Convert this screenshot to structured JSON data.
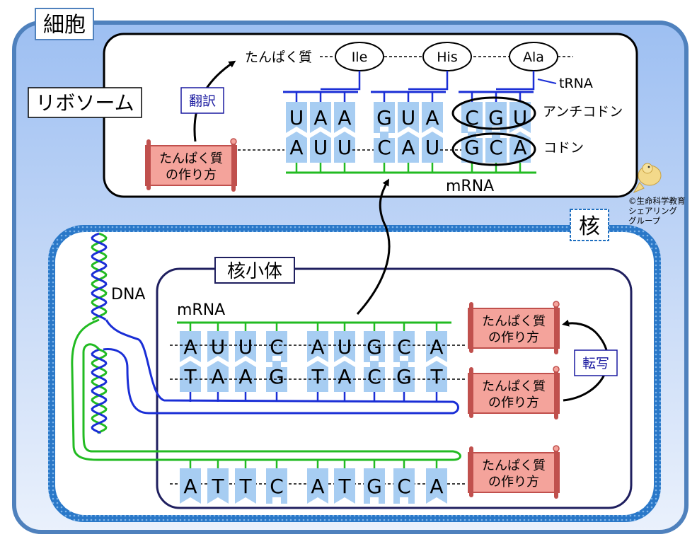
{
  "labels": {
    "cell": "細胞",
    "ribosome": "リボソーム",
    "nucleus": "核",
    "nucleolus": "核小体",
    "translation": "翻訳",
    "transcription": "転写",
    "protein": "たんぱく質",
    "recipe_line1": "たんぱく質",
    "recipe_line2": "の作り方",
    "trna": "tRNA",
    "anticodon": "アンチコドン",
    "codon": "コドン",
    "mrna_top": "mRNA",
    "mrna_nucleolus": "mRNA",
    "dna": "DNA",
    "credit_line1": "©生命科学教育",
    "credit_line2": "シェアリング",
    "credit_line3": "グループ"
  },
  "amino_acids": [
    "Ile",
    "His",
    "Ala"
  ],
  "ribosome_trna_groups": [
    {
      "anticodon": [
        "U",
        "A",
        "A"
      ],
      "codon": [
        "A",
        "U",
        "U"
      ]
    },
    {
      "anticodon": [
        "G",
        "U",
        "A"
      ],
      "codon": [
        "C",
        "A",
        "U"
      ]
    },
    {
      "anticodon": [
        "C",
        "G",
        "U"
      ],
      "codon": [
        "G",
        "C",
        "A"
      ]
    }
  ],
  "nucleolus_strands": {
    "mrna": [
      "A",
      "U",
      "U",
      "C",
      "A",
      "U",
      "G",
      "C",
      "A"
    ],
    "template": [
      "T",
      "A",
      "A",
      "G",
      "T",
      "A",
      "C",
      "G",
      "T"
    ],
    "coding": [
      "A",
      "T",
      "T",
      "C",
      "A",
      "T",
      "G",
      "C",
      "A"
    ]
  },
  "colors": {
    "cell_fill": "#b8d0f5",
    "cell_border": "#4f81bd",
    "nucleus_border": "#1f6fbf",
    "nucleolus_border": "#1f1f5f",
    "base_fill": "#a7cdf2",
    "green_strand": "#22bb22",
    "blue_strand": "#1a2ed6",
    "recipe_fill": "#f4a39b",
    "recipe_border": "#c0504d",
    "label_blue": "#1a1aa0"
  }
}
